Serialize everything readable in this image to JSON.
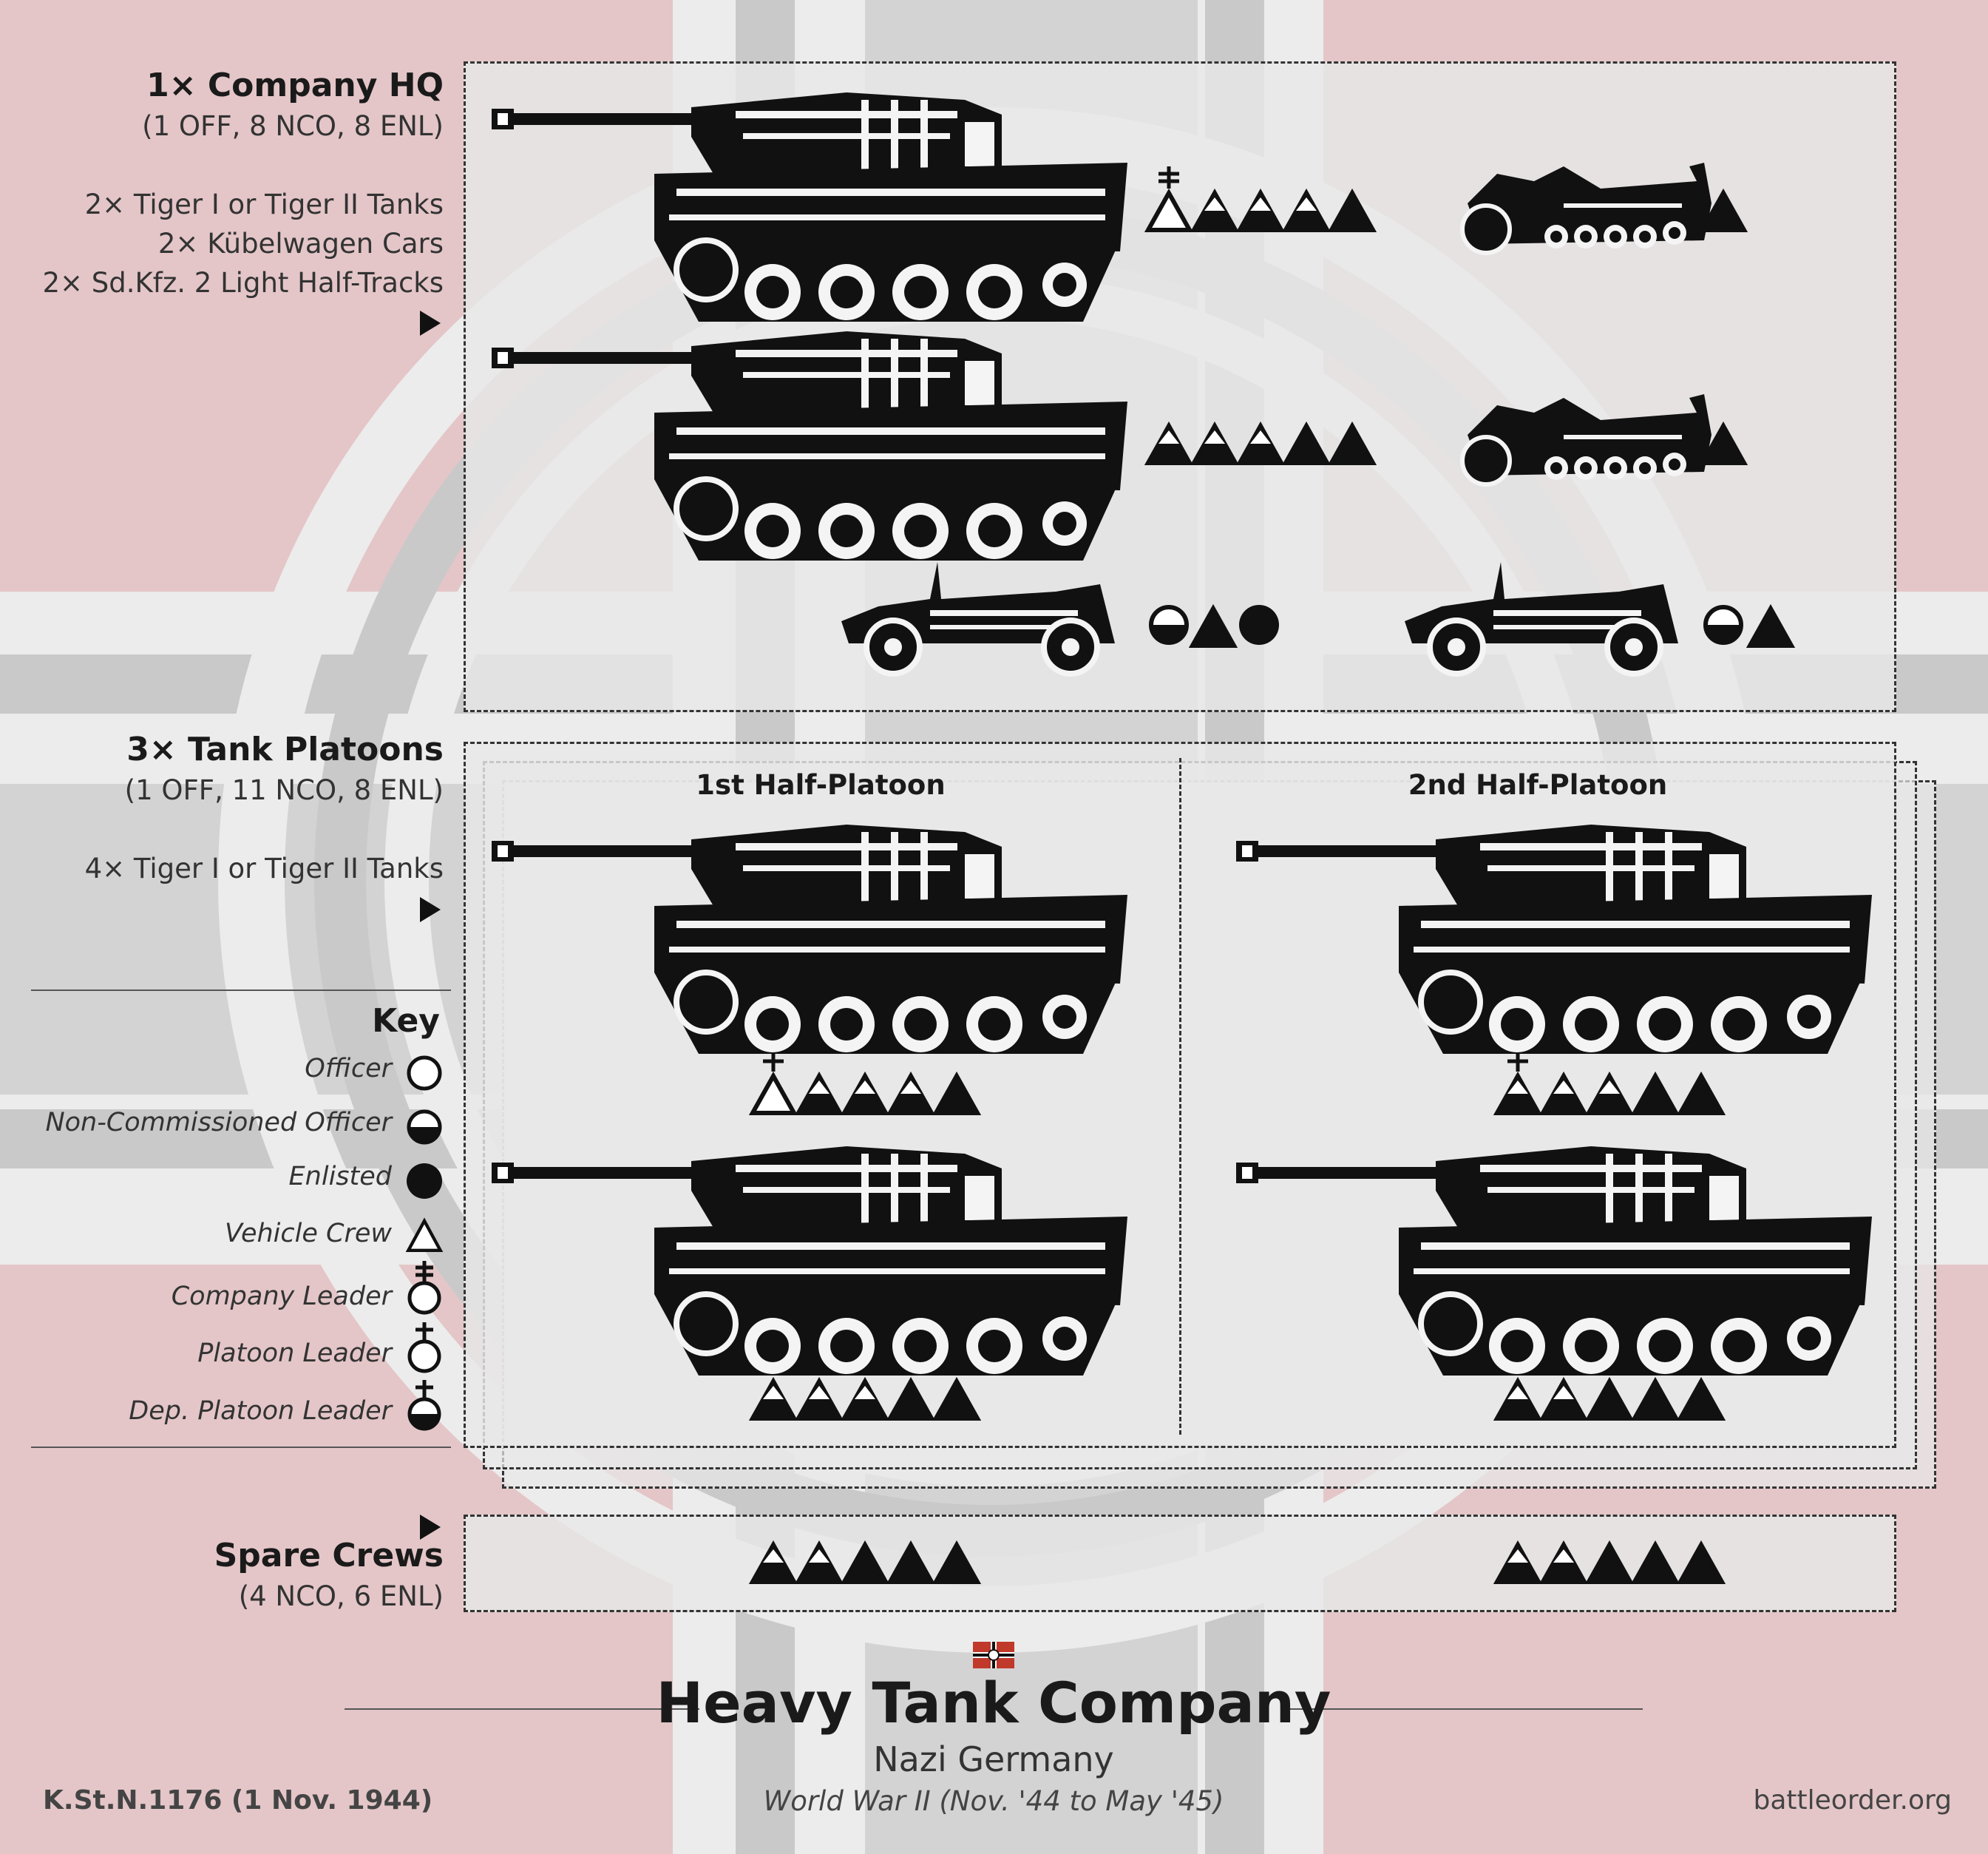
{
  "hq": {
    "title": "1× Company HQ",
    "strength": "(1 OFF, 8 NCO, 8 ENL)",
    "equipment": [
      "2× Tiger I or Tiger II Tanks",
      "2× Kübelwagen Cars",
      "2× Sd.Kfz. 2 Light Half-Tracks"
    ]
  },
  "platoons": {
    "title": "3× Tank Platoons",
    "strength": "(1 OFF, 11 NCO, 8 ENL)",
    "equipment": [
      "4× Tiger I or Tiger II Tanks"
    ],
    "half_platoon_1": "1st Half-Platoon",
    "half_platoon_2": "2nd Half-Platoon"
  },
  "key": {
    "title": "Key",
    "items": [
      "Officer",
      "Non-Commissioned Officer",
      "Enlisted",
      "Vehicle Crew",
      "Company Leader",
      "Platoon Leader",
      "Dep. Platoon Leader"
    ]
  },
  "spare": {
    "title": "Spare Crews",
    "strength": "(4 NCO, 6 ENL)"
  },
  "footer": {
    "title": "Heavy Tank Company",
    "country": "Nazi Germany",
    "era": "World War II (Nov. '44 to May '45)",
    "reference": "K.St.N.1176 (1 Nov. 1944)",
    "site": "battleorder.org"
  },
  "colors": {
    "flag_red": "#e4c6c8",
    "cross_grey": "#c8c8c8",
    "cross_light": "#ececec",
    "panel": "#e8e8e8",
    "ink": "#111111"
  },
  "icons": {
    "tank": "tiger-tank-icon",
    "halftrack": "kettenkrad-halftrack-icon",
    "car": "kubelwagen-car-icon"
  }
}
